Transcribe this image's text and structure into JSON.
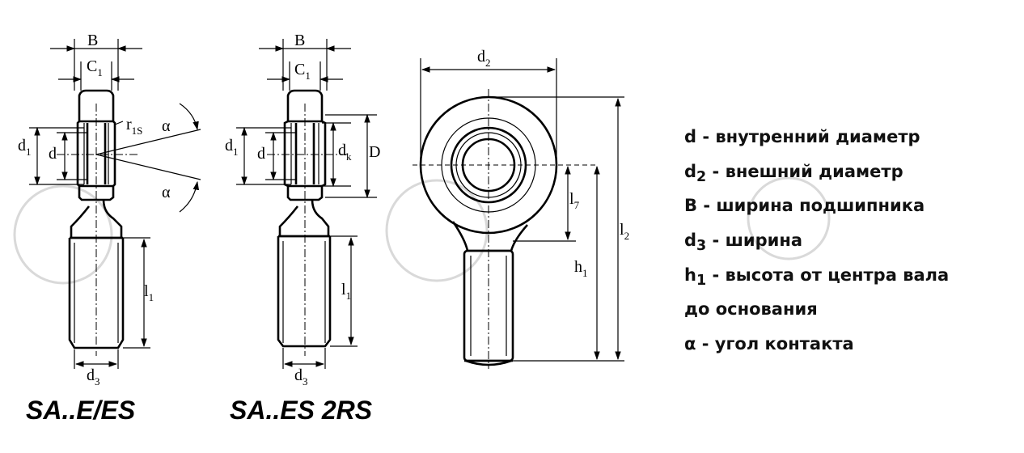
{
  "labels": {
    "B_left": "B",
    "C1_left": {
      "base": "C",
      "sub": "1"
    },
    "r1s": {
      "base": "r",
      "sub": "1S"
    },
    "alpha_top_left": "α",
    "alpha_bottom_left": "α",
    "d1_left": {
      "base": "d",
      "sub": "1"
    },
    "d_left": "d",
    "l1_left": {
      "base": "l",
      "sub": "1"
    },
    "d3_left": {
      "base": "d",
      "sub": "3"
    },
    "B_mid": "B",
    "C1_mid": {
      "base": "C",
      "sub": "1"
    },
    "d1_mid": {
      "base": "d",
      "sub": "1"
    },
    "d_mid": "d",
    "dk_mid": {
      "base": "d",
      "sub": "k"
    },
    "D_mid": "D",
    "l1_mid": {
      "base": "l",
      "sub": "1"
    },
    "d3_mid": {
      "base": "d",
      "sub": "3"
    },
    "d2_right": {
      "base": "d",
      "sub": "2"
    },
    "l7_right": {
      "base": "l",
      "sub": "7"
    },
    "h1_right": {
      "base": "h",
      "sub": "1"
    },
    "l2_right": {
      "base": "l",
      "sub": "2"
    }
  },
  "part_labels": {
    "left": "SA..E/ES",
    "middle": "SA..ES 2RS"
  },
  "legend": [
    {
      "sym": "d",
      "sub": "",
      "text": " - внутренний диаметр"
    },
    {
      "sym": "d",
      "sub": "2",
      "text": " - внешний диаметр"
    },
    {
      "sym": "B",
      "sub": "",
      "text": " - ширина подшипника"
    },
    {
      "sym": "d",
      "sub": "3",
      "text": " - ширина"
    },
    {
      "sym": "h",
      "sub": "1",
      "text": " - высота от центра вала"
    },
    {
      "sym": "",
      "sub": "",
      "text": "до основания"
    },
    {
      "sym": "α",
      "sub": "",
      "text": " - угол контакта"
    }
  ]
}
